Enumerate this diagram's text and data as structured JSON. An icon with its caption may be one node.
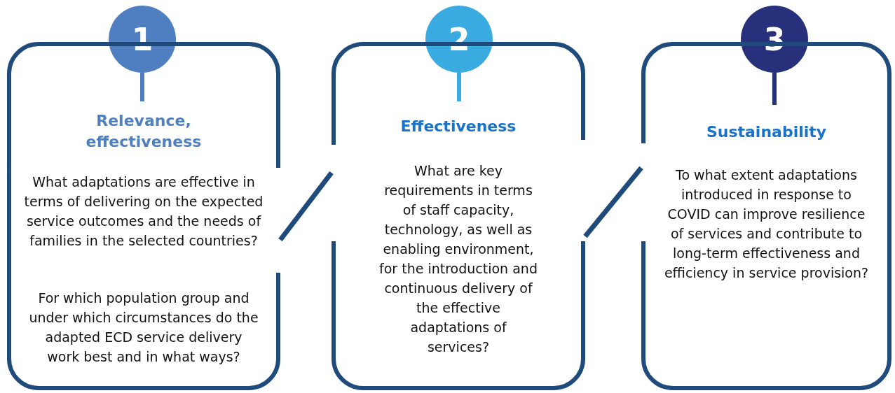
{
  "diagram": {
    "nodes": [
      {
        "text": [
          "1"
        ]
      },
      {
        "text": [
          "Relevance, effectiveness",
          "What adaptations are effective in terms of delivering on the expected service outcomes and the needs of families in the selected countries?",
          "For which population group and under which circumstances do the adapted ECD service delivery work best and in what ways?"
        ]
      },
      {
        "text": [
          "2"
        ]
      },
      {
        "text": [
          "Effectiveness",
          "What are key requirements in terms of staff capacity, technology, as well as enabling environment, for the introduction and continuous delivery of the effective adaptations of services?"
        ]
      },
      {
        "text": [
          "3"
        ]
      },
      {
        "text": [
          "Sustainability",
          "To what extent adaptations introduced in response to COVID can improve resilience of services and contribute to long-term effectiveness and efficiency in service provision?"
        ]
      }
    ],
    "edges": [
      {
        "from": 0,
        "to": 1,
        "arrow": "none",
        "color": "#4f7fc0"
      },
      {
        "from": 2,
        "to": 3,
        "arrow": "none",
        "color": "#3aabe0"
      },
      {
        "from": 4,
        "to": 5,
        "arrow": "none",
        "color": "#27307a"
      },
      {
        "from": 1,
        "to": 3,
        "arrow": "none"
      },
      {
        "from": 3,
        "to": 5,
        "arrow": "none"
      }
    ]
  }
}
